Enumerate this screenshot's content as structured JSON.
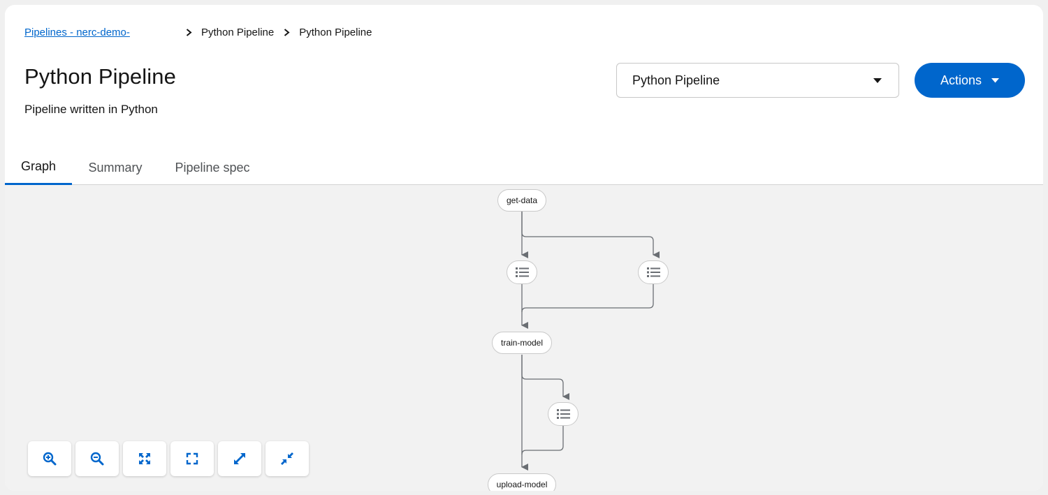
{
  "breadcrumb": {
    "link": "Pipelines - nerc-demo-",
    "items": [
      "Python Pipeline",
      "Python Pipeline"
    ]
  },
  "page": {
    "title": "Python Pipeline",
    "description": "Pipeline written in Python"
  },
  "version_select": {
    "value": "Python Pipeline"
  },
  "actions": {
    "label": "Actions"
  },
  "tabs": [
    {
      "label": "Graph",
      "active": true
    },
    {
      "label": "Summary",
      "active": false
    },
    {
      "label": "Pipeline spec",
      "active": false
    }
  ],
  "graph": {
    "nodes": {
      "get_data": "get-data",
      "train_model": "train-model",
      "upload_model": "upload-model"
    },
    "icon_nodes": [
      "list-icon",
      "list-icon",
      "list-icon"
    ],
    "controls": [
      "zoom-in-icon",
      "zoom-out-icon",
      "fit-to-screen-icon",
      "reset-view-icon",
      "expand-icon",
      "collapse-icon"
    ]
  },
  "colors": {
    "primary": "#0066cc",
    "edge": "#6a6e73",
    "canvas": "#f2f2f2"
  }
}
